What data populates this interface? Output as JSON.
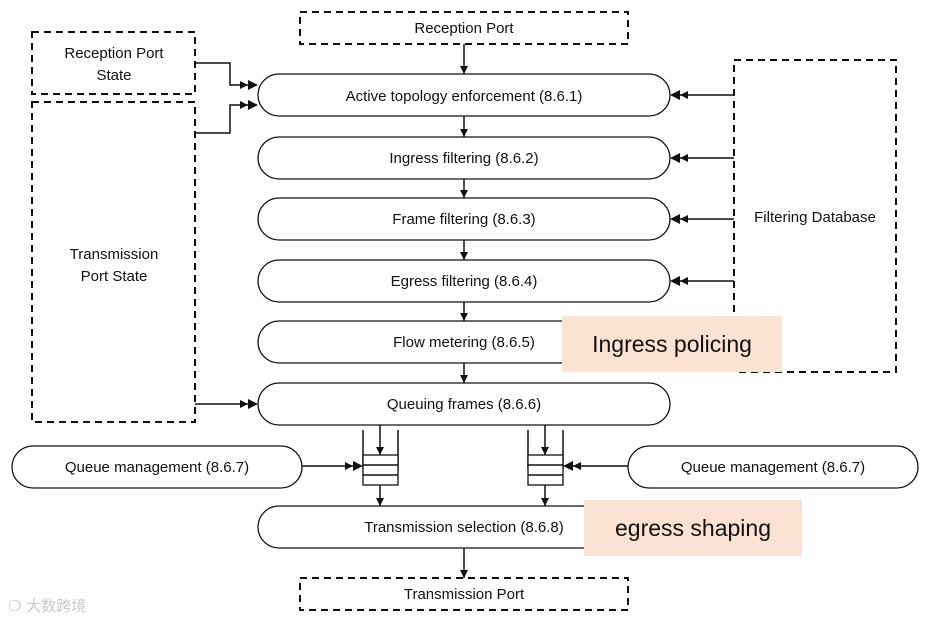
{
  "external": {
    "reception_port": "Reception Port",
    "transmission_port": "Transmission Port",
    "reception_port_state": [
      "Reception Port",
      "State"
    ],
    "transmission_port_state": [
      "Transmission",
      "Port State"
    ],
    "filtering_database": "Filtering Database"
  },
  "processes": [
    "Active topology enforcement (8.6.1)",
    "Ingress filtering (8.6.2)",
    "Frame filtering (8.6.3)",
    "Egress filtering (8.6.4)",
    "Flow metering (8.6.5)",
    "Queuing frames (8.6.6)",
    "Transmission selection (8.6.8)"
  ],
  "queue_management": {
    "left": "Queue management (8.6.7)",
    "right": "Queue management (8.6.7)"
  },
  "highlights": {
    "ingress_policing": "Ingress policing",
    "egress_shaping": "egress shaping"
  },
  "watermark": "大数跨境"
}
